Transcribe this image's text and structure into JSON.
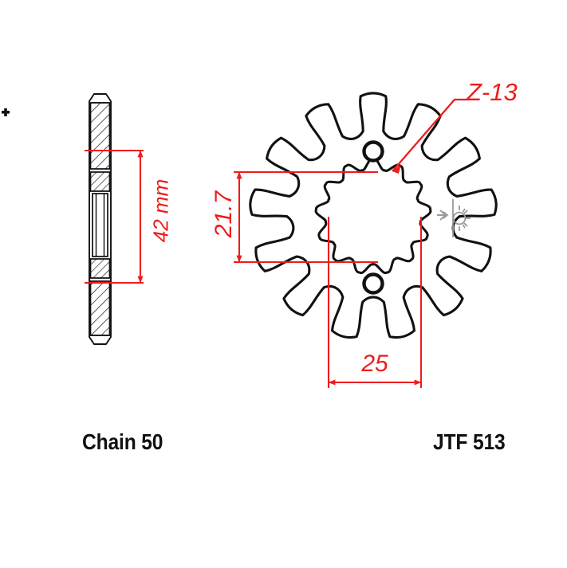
{
  "drawing": {
    "type": "engineering-drawing",
    "subject": "motorcycle front sprocket",
    "background_color": "#ffffff",
    "line_color": "#111111",
    "dimension_color": "#ee1c1c",
    "symbol_color": "#9a9a9a"
  },
  "annotations": {
    "teeth_label": "Z-13",
    "bore_width": "25",
    "bolt_span": "21.7",
    "thickness": "42 mm"
  },
  "captions": {
    "chain": "Chain 50",
    "part_number": "JTF 513"
  },
  "side_view": {
    "name": "section-view",
    "hatched": true,
    "dimension_label": "42 mm"
  },
  "front_view": {
    "name": "front-view",
    "tooth_count": 13,
    "spline_count": 13,
    "bolt_hole_count": 2,
    "leader_label": "Z-13",
    "horizontal_dimension": "25",
    "vertical_dimension": "21.7"
  },
  "icons": {
    "machining_symbol": "sunburst-machining-icon",
    "registration_mark": "crosshair-registration-icon"
  }
}
